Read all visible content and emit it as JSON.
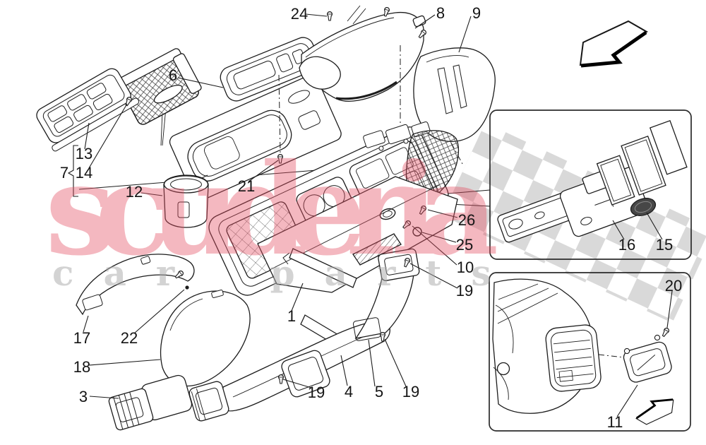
{
  "watermark": {
    "brand": "scuderia",
    "tagline": "car parts",
    "brand_color": "#e55064",
    "tagline_color": "#a9a9a9"
  },
  "callouts": [
    "24",
    "8",
    "9",
    "6",
    "13",
    "7",
    "14",
    "12",
    "21",
    "26",
    "25",
    "10",
    "19",
    "1",
    "17",
    "22",
    "18",
    "3",
    "19",
    "4",
    "5",
    "19",
    "16",
    "15",
    "20",
    "11"
  ],
  "colors": {
    "background": "#ffffff",
    "line_art": "#1c1c1c",
    "checker": "#d9d9d9"
  },
  "icons": {
    "top_right_arrow": "direction-arrow-down-left",
    "inset_arrow": "direction-arrow-up-right",
    "fasteners": "screw-icon"
  }
}
